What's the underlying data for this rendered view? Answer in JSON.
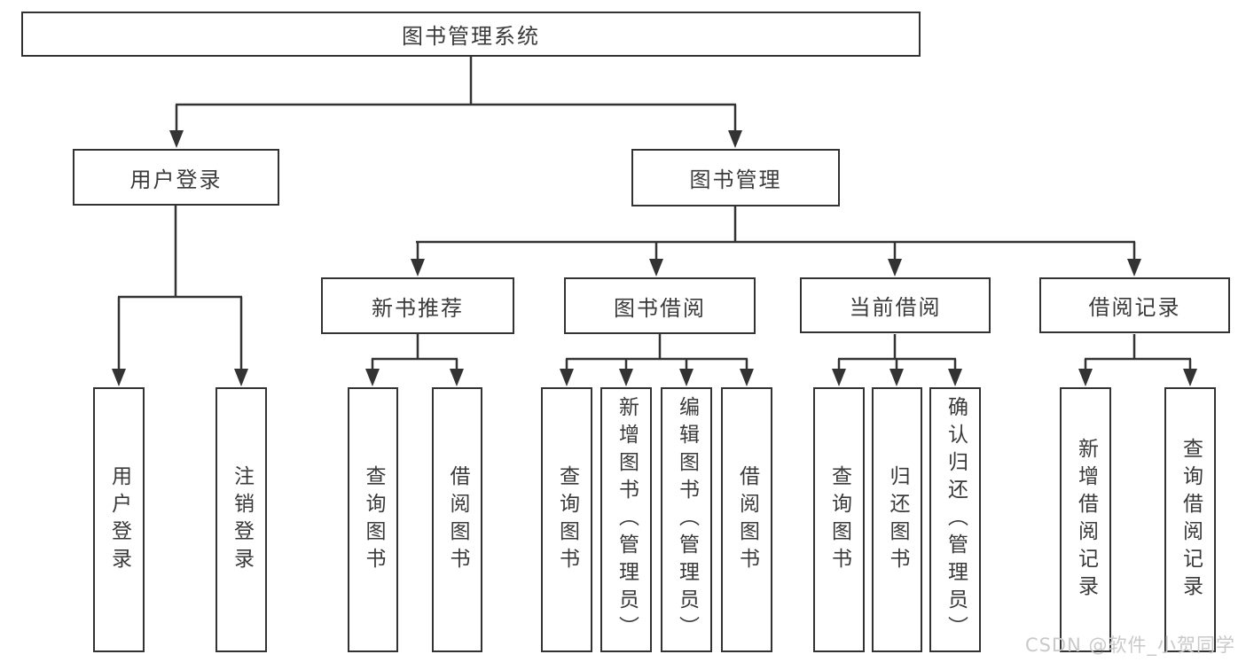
{
  "diagram": {
    "nodes": {
      "root": "图书管理系统",
      "user_login": "用户登录",
      "book_mgmt": "图书管理",
      "new_book_rec": "新书推荐",
      "book_borrowing": "图书借阅",
      "current_borrowing": "当前借阅",
      "borrowing_records": "借阅记录",
      "leaf_user_login": "用户登录",
      "leaf_logout": "注销登录",
      "leaf_nb_query_books": "查询图书",
      "leaf_nb_borrow_books": "借阅图书",
      "leaf_bb_query_books": "查询图书",
      "leaf_bb_add_books": "新增图书（管理员）",
      "leaf_bb_edit_books": "编辑图书（管理员）",
      "leaf_bb_borrow_books": "借阅图书",
      "leaf_cb_query_books": "查询图书",
      "leaf_cb_return_books": "归还图书",
      "leaf_cb_confirm_return": "确认归还（管理员）",
      "leaf_br_add_record": "新增借阅记录",
      "leaf_br_query_record": "查询借阅记录"
    },
    "hierarchy": {
      "图书管理系统": {
        "用户登录": [
          "用户登录",
          "注销登录"
        ],
        "图书管理": {
          "新书推荐": [
            "查询图书",
            "借阅图书"
          ],
          "图书借阅": [
            "查询图书",
            "新增图书（管理员）",
            "编辑图书（管理员）",
            "借阅图书"
          ],
          "当前借阅": [
            "查询图书",
            "归还图书",
            "确认归还（管理员）"
          ],
          "借阅记录": [
            "新增借阅记录",
            "查询借阅记录"
          ]
        }
      }
    },
    "colors": {
      "line": "#333333",
      "box_border": "#333333",
      "text": "#3a3a3a",
      "background": "#ffffff"
    }
  },
  "watermark": {
    "text": "CSDN @软件_小贺同学",
    "color": "#c9c9c9"
  }
}
